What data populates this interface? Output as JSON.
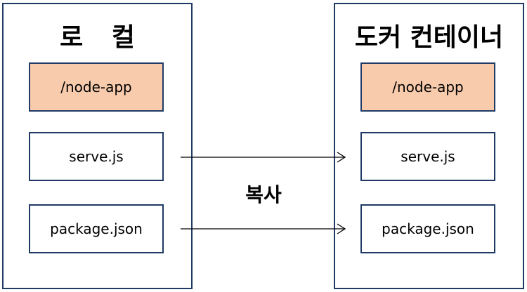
{
  "local": {
    "title": "로 컬",
    "items": [
      "/node-app",
      "serve.js",
      "package.json"
    ]
  },
  "container": {
    "title": "도커 컨테이너",
    "items": [
      "/node-app",
      "serve.js",
      "package.json"
    ]
  },
  "copy_label": "복사",
  "colors": {
    "border": "#1f3a64",
    "directory_fill": "#f8cbad",
    "file_fill": "#ffffff",
    "arrow": "#000000"
  }
}
